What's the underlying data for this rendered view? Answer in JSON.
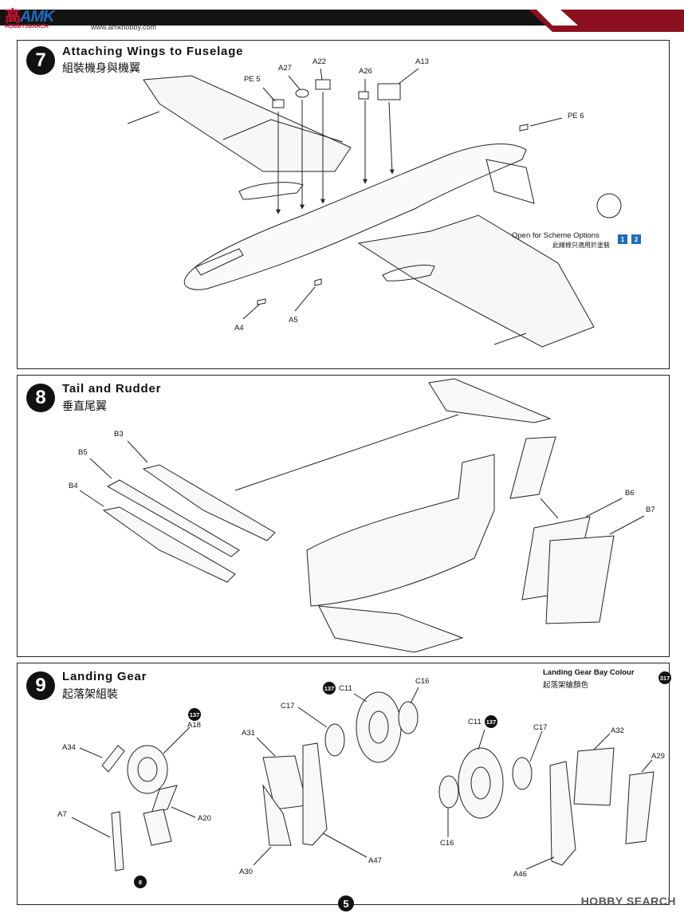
{
  "header": {
    "logo_cn": "高",
    "logo_mark": "AMK",
    "site_small": "HOBBYSEARCH",
    "url": "www.amkhobby.com"
  },
  "step7": {
    "number": "7",
    "title": "Attaching Wings to Fuselage",
    "subtitle": "組裝機身與機翼",
    "parts": [
      "PE 5",
      "A27",
      "A22",
      "A26",
      "A13",
      "PE 6",
      "A4",
      "A5"
    ],
    "option_label": "Open for Scheme Options",
    "option_sub": "此線條只適用於塗裝",
    "option_boxes": [
      "1",
      "2"
    ]
  },
  "step8": {
    "number": "8",
    "title": "Tail and Rudder",
    "subtitle": "垂直尾翼",
    "parts": [
      "B3",
      "B5",
      "B4",
      "B6",
      "B7"
    ]
  },
  "step9": {
    "number": "9",
    "title": "Landing Gear",
    "subtitle": "起落架組裝",
    "bay_label": "Landing Gear Bay Colour",
    "bay_sub": "起落架艙顏色",
    "paint_code": "137",
    "paint_bay": "317",
    "step_ref": "8",
    "parts": [
      "A18",
      "A34",
      "A7",
      "A20",
      "C11",
      "C16",
      "C17",
      "A31",
      "A30",
      "A47",
      "C11",
      "C17",
      "A32",
      "A29",
      "C16",
      "A46"
    ]
  },
  "footer": {
    "page": "5",
    "watermark": "HOBBY SEARCH"
  }
}
